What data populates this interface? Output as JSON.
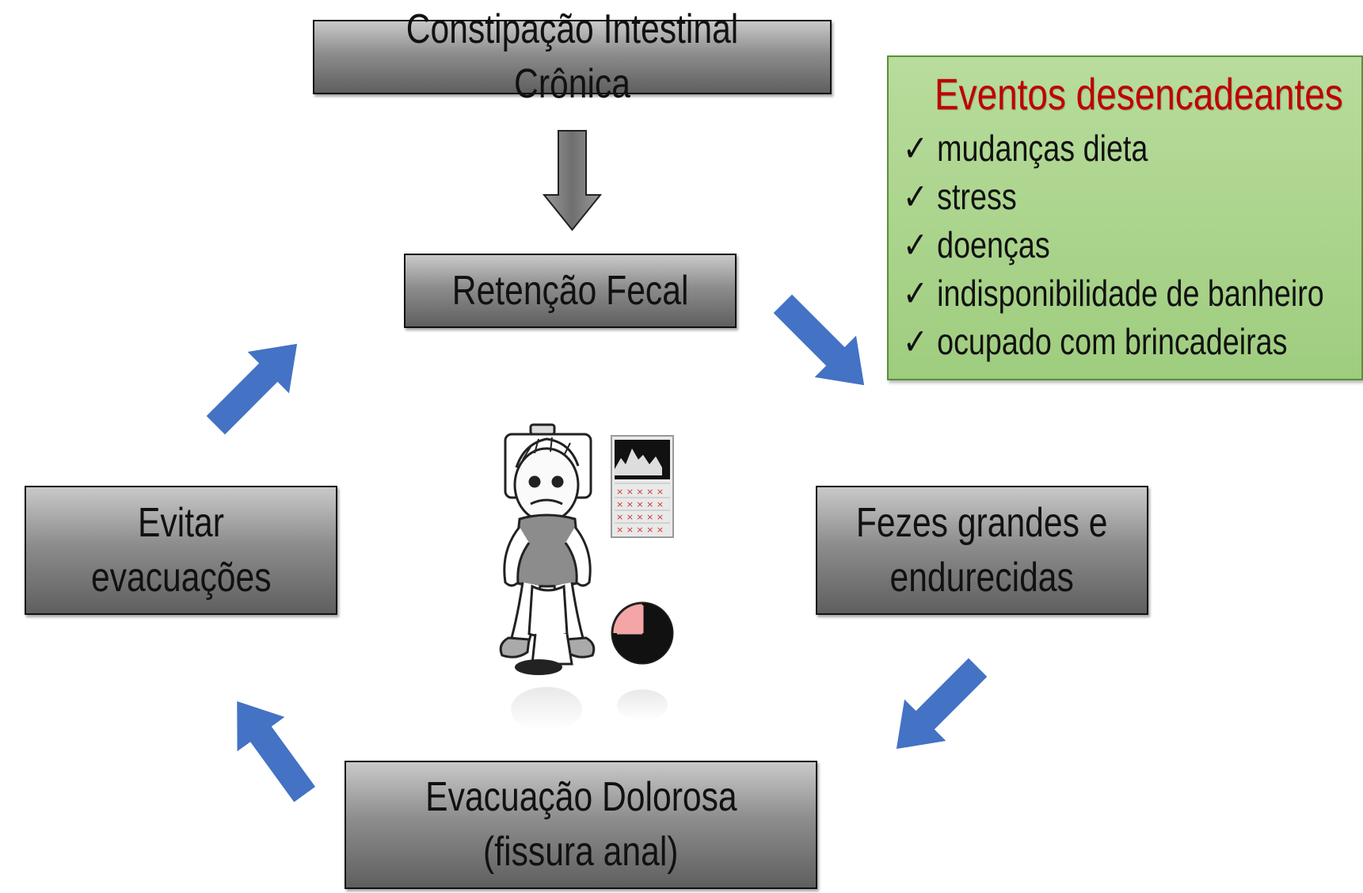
{
  "diagram": {
    "top_box": "Constipação Intestinal Crônica",
    "retention_box": "Retenção Fecal",
    "stool_box": {
      "line1": "Fezes grandes e",
      "line2": "endurecidas"
    },
    "painful_box": {
      "line1": "Evacuação Dolorosa",
      "line2": "(fissura anal)"
    },
    "avoid_box": {
      "line1": "Evitar",
      "line2": "evacuações"
    }
  },
  "events_panel": {
    "title": "Eventos desencadeantes",
    "check_symbol": "✓",
    "items": [
      "mudanças dieta",
      "stress",
      "doenças",
      "indisponibilidade de banheiro",
      "ocupado com brincadeiras"
    ]
  },
  "colors": {
    "box_gradient_top": "#c9c9c9",
    "box_gradient_bottom": "#5f5f5f",
    "cycle_arrow": "#4472c4",
    "down_arrow": "#7f7f7f",
    "panel_green": "#a9d18e",
    "title_red": "#c00000",
    "clock_red": "#f4a6a6"
  },
  "icons": [
    "down-arrow-icon",
    "cycle-arrow-icon",
    "toilet-child-illustration",
    "calendar-icon",
    "clock-icon"
  ]
}
